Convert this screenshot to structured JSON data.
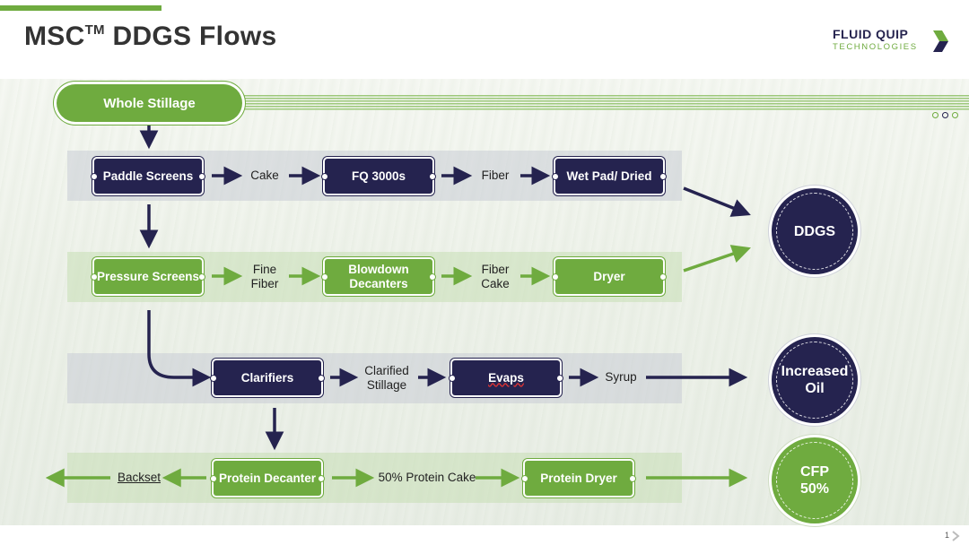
{
  "slide": {
    "title_main": "MSC",
    "title_tm": "TM",
    "title_rest": " DDGS Flows",
    "page_number": "1"
  },
  "logo": {
    "line1": "FLUID QUIP",
    "line2": "TECHNOLOGIES"
  },
  "colors": {
    "navy": "#25234f",
    "green": "#6fab3f",
    "text": "#333333"
  },
  "start": {
    "label": "Whole Stillage"
  },
  "row1": {
    "paddle_screens": "Paddle Screens",
    "cake": "Cake",
    "fq3000s": "FQ 3000s",
    "fiber": "Fiber",
    "wet_pad": "Wet Pad/ Dried"
  },
  "row2": {
    "pressure_screens": "Pressure Screens",
    "fine_fiber": "Fine Fiber",
    "blowdown_decanters": "Blowdown Decanters",
    "fiber_cake": "Fiber Cake",
    "dryer": "Dryer"
  },
  "row3": {
    "clarifiers": "Clarifiers",
    "clarified_stillage": "Clarified Stillage",
    "evaps": "Evaps",
    "syrup": "Syrup"
  },
  "row4": {
    "backset": "Backset",
    "protein_decanter": "Protein Decanter",
    "protein_cake": "50% Protein Cake",
    "protein_dryer": "Protein Dryer"
  },
  "outputs": {
    "ddgs": "DDGS",
    "increased_oil": "Increased Oil",
    "cfp": "CFP 50%"
  }
}
